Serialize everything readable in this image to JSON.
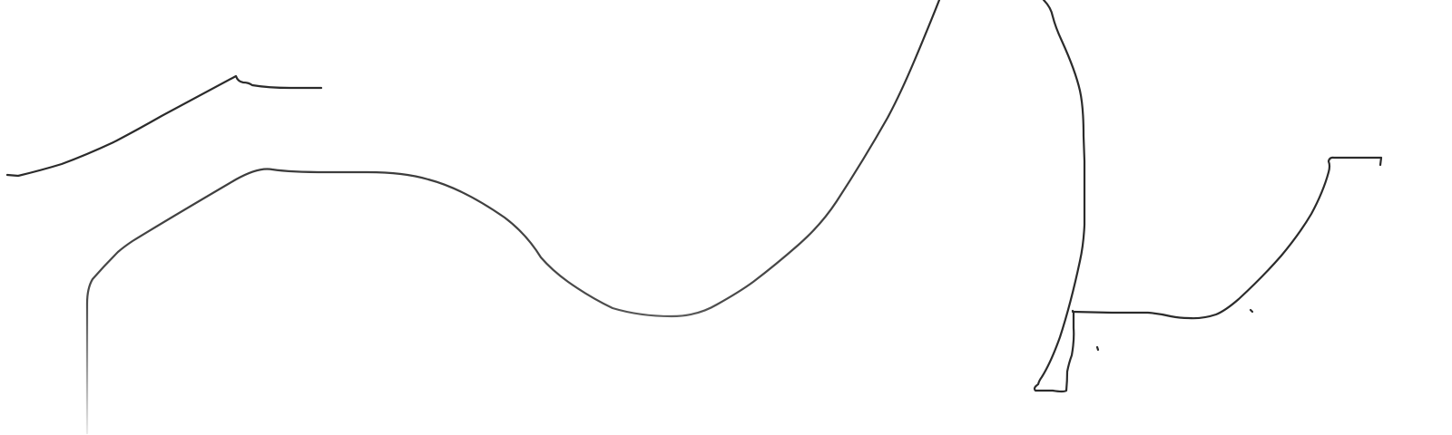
{
  "canvas": {
    "background": "#ffffff",
    "stroke_color": "#2b2b2b"
  },
  "strokes": [
    {
      "name": "upper-left-rising-curve"
    },
    {
      "name": "long-wave-with-left-drop"
    },
    {
      "name": "tall-loop-right"
    },
    {
      "name": "right-hook-curve"
    },
    {
      "name": "horizontal-line-1"
    },
    {
      "name": "horizontal-line-2"
    },
    {
      "name": "horizontal-line-3"
    },
    {
      "name": "horizontal-line-4"
    },
    {
      "name": "horizontal-line-top-right"
    }
  ]
}
